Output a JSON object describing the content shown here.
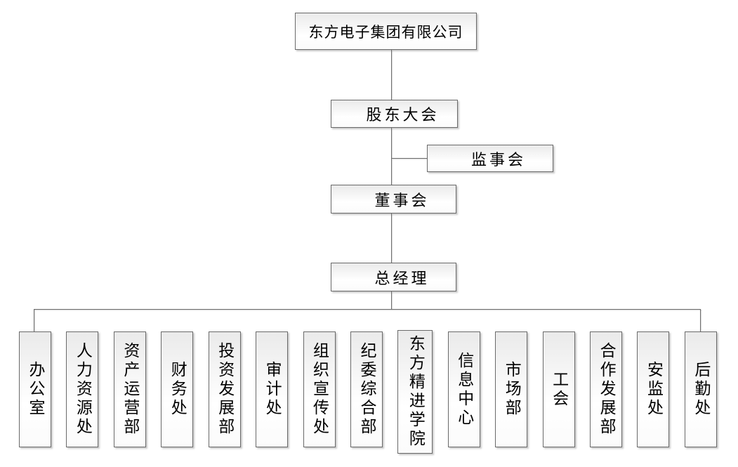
{
  "nodes": {
    "company": {
      "label": "东方电子集团有限公司"
    },
    "shareholders_meeting": {
      "label": "股东大会"
    },
    "supervisory_board": {
      "label": "监事会"
    },
    "board_of_directors": {
      "label": "董事会"
    },
    "general_manager": {
      "label": "总经理"
    }
  },
  "departments": [
    {
      "label": "办公室"
    },
    {
      "label": "人力资源处"
    },
    {
      "label": "资产运营部"
    },
    {
      "label": "财务处"
    },
    {
      "label": "投资发展部"
    },
    {
      "label": "审计处"
    },
    {
      "label": "组织宣传处"
    },
    {
      "label": "纪委综合部"
    },
    {
      "label": "东方精进学院"
    },
    {
      "label": "信息中心"
    },
    {
      "label": "市场部"
    },
    {
      "label": "工会"
    },
    {
      "label": "合作发展部"
    },
    {
      "label": "安监处"
    },
    {
      "label": "后勤处"
    }
  ],
  "colors": {
    "background": "#ffffff",
    "box_border": "#6a6a6a",
    "box_fill_top": "#eaeaea",
    "box_fill_bottom": "#ffffff",
    "connector": "#6d6d6d",
    "text": "#000000"
  }
}
